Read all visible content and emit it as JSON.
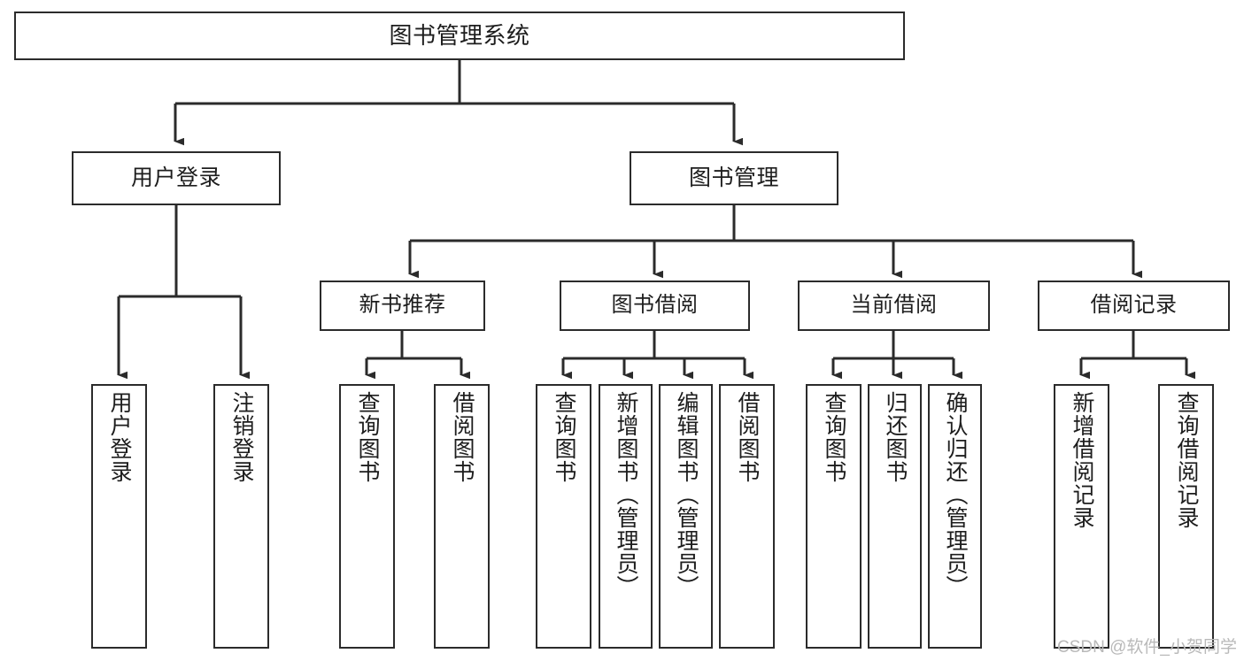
{
  "diagram": {
    "title": "图书管理系统",
    "watermark": "CSDN @软件_小贺同学",
    "colors": {
      "stroke": "#2b2b2b",
      "fill": "#ffffff",
      "text": "#1d1d1d",
      "watermark": "#b9b9b9"
    },
    "root": {
      "label": "图书管理系统"
    },
    "level2": [
      {
        "label": "用户登录"
      },
      {
        "label": "图书管理"
      }
    ],
    "level3": [
      {
        "label": "新书推荐"
      },
      {
        "label": "图书借阅"
      },
      {
        "label": "当前借阅"
      },
      {
        "label": "借阅记录"
      }
    ],
    "leaves": {
      "user_login": [
        {
          "label": "用户登录"
        },
        {
          "label": "注销登录"
        }
      ],
      "new_book_recommend": [
        {
          "label": "查询图书"
        },
        {
          "label": "借阅图书"
        }
      ],
      "book_borrow": [
        {
          "label": "查询图书"
        },
        {
          "label": "新增图书（管理员）"
        },
        {
          "label": "编辑图书（管理员）"
        },
        {
          "label": "借阅图书"
        }
      ],
      "current_borrow": [
        {
          "label": "查询图书"
        },
        {
          "label": "归还图书"
        },
        {
          "label": "确认归还（管理员）"
        }
      ],
      "borrow_record": [
        {
          "label": "新增借阅记录"
        },
        {
          "label": "查询借阅记录"
        }
      ]
    }
  }
}
